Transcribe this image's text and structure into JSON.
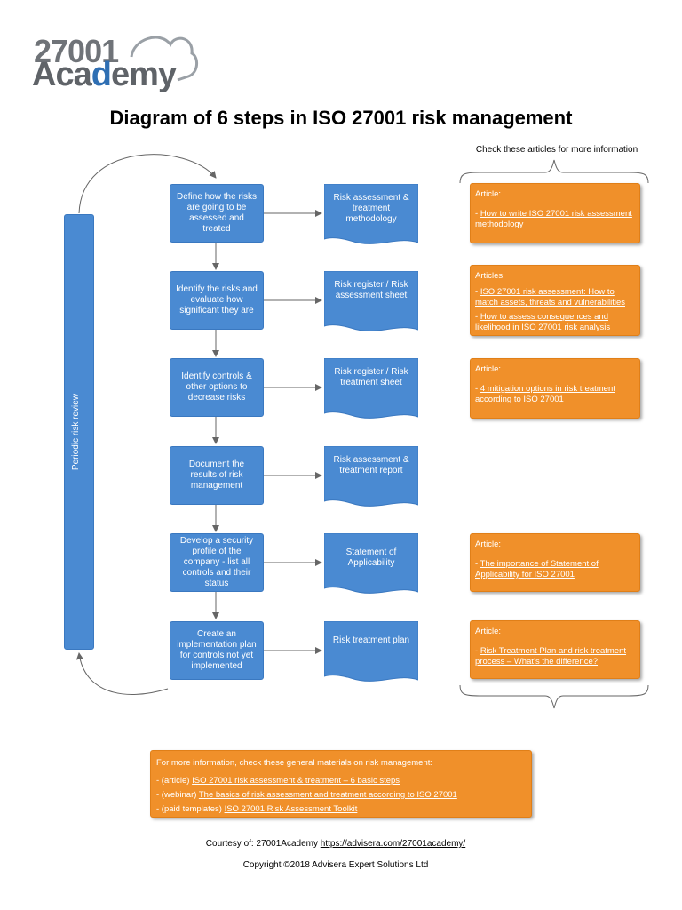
{
  "logo": {
    "number": "27001",
    "word_prefix": "Aca",
    "word_accent": "d",
    "word_suffix": "emy"
  },
  "title": "Diagram of 6 steps in ISO 27001 risk management",
  "check_note": "Check these articles for more information",
  "review_label": "Periodic risk review",
  "steps": [
    {
      "text": "Define how the risks are going to be assessed and treated",
      "doc": "Risk assessment & treatment methodology"
    },
    {
      "text": "Identify the risks and evaluate how significant they are",
      "doc": "Risk register / Risk assessment sheet"
    },
    {
      "text": "Identify controls & other options to decrease risks",
      "doc": "Risk register / Risk treatment sheet"
    },
    {
      "text": "Document the results of risk management",
      "doc": "Risk assessment & treatment report"
    },
    {
      "text": "Develop a security profile of the company - list all controls and their status",
      "doc": "Statement of Applicability"
    },
    {
      "text": "Create an implementation plan for controls not yet implemented",
      "doc": "Risk treatment plan"
    }
  ],
  "cards": [
    {
      "head": "Article:",
      "links": [
        "How to write ISO 27001 risk assessment methodology"
      ]
    },
    {
      "head": "Articles:",
      "links": [
        "ISO 27001 risk assessment: How to match assets, threats and vulnerabilities",
        "How to assess consequences and likelihood in ISO 27001 risk analysis"
      ]
    },
    {
      "head": "Article:",
      "links": [
        "4 mitigation options in risk treatment according to ISO 27001"
      ]
    },
    {
      "head": "Article:",
      "links": [
        "The importance of Statement of Applicability for ISO 27001"
      ]
    },
    {
      "head": "Article:",
      "links": [
        "Risk Treatment Plan and risk treatment process – What’s the difference?"
      ]
    }
  ],
  "general": {
    "head": "For more information, check these general materials on risk management:",
    "items": [
      {
        "prefix": "- (article) ",
        "link": "ISO 27001 risk assessment & treatment – 6 basic steps"
      },
      {
        "prefix": "- (webinar) ",
        "link": "The basics of risk assessment and treatment according to ISO 27001"
      },
      {
        "prefix": "- (paid templates) ",
        "link": "ISO 27001 Risk Assessment Toolkit"
      }
    ]
  },
  "footer": {
    "courtesy_prefix": "Courtesy of: 27001Academy ",
    "courtesy_link": "https://advisera.com/27001academy/",
    "copyright": "Copyright ©2018 Advisera Expert Solutions Ltd"
  },
  "colors": {
    "step_blue": "#4a8ad2",
    "card_orange": "#f0902a",
    "logo_accent": "#2f6fb3"
  }
}
